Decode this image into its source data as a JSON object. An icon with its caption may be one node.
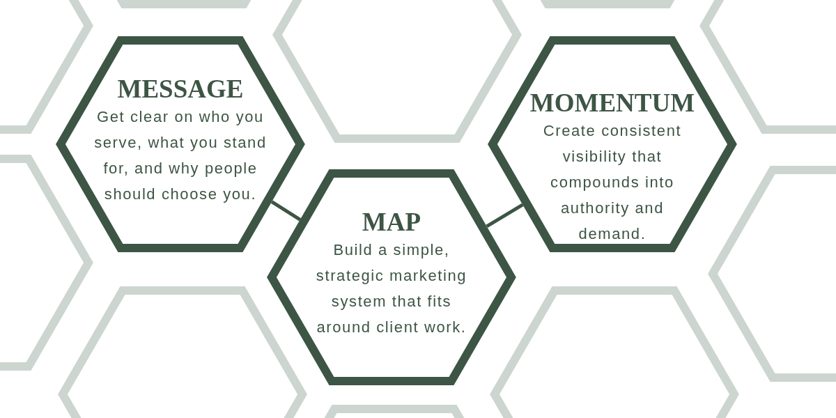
{
  "diagram": {
    "nodes": [
      {
        "text": [
          "MESSAGE",
          "Get clear on who you serve, what you stand for, and why people should choose you."
        ]
      },
      {
        "text": [
          "MAP",
          "Build a simple, strategic marketing system that fits around client work."
        ]
      },
      {
        "text": [
          "MOMENTUM",
          "Create consistent visibility that compounds into authority and demand."
        ]
      }
    ],
    "edges": [
      {
        "from": 0,
        "to": 1,
        "arrow": "none"
      },
      {
        "from": 1,
        "to": 2,
        "arrow": "none"
      }
    ]
  }
}
